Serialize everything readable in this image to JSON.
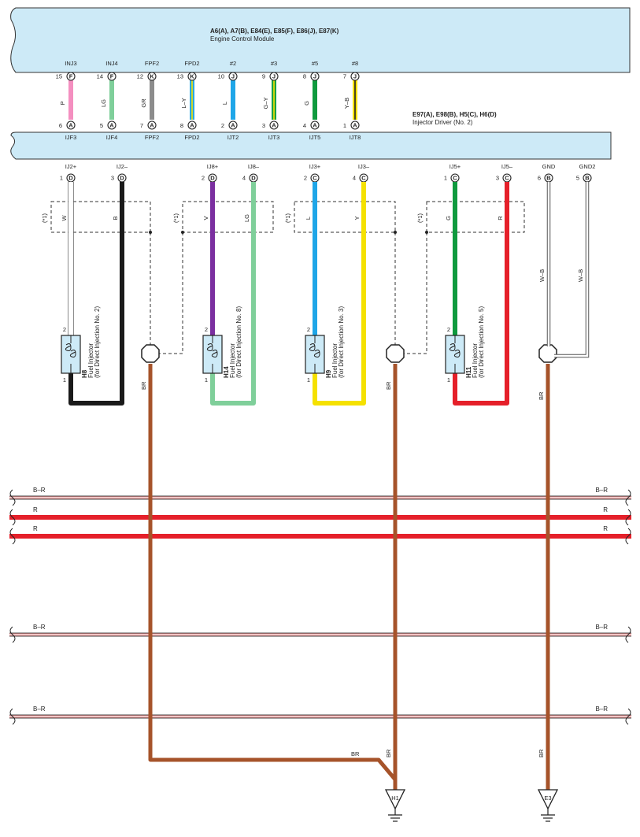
{
  "ecm": {
    "title": "A6(A), A7(B), E84(E), E85(F), E86(J), E87(K)",
    "subtitle": "Engine Control Module",
    "pins": [
      {
        "label": "INJ3",
        "num": "15",
        "conn": "F",
        "color": "P",
        "hex": "#f48fc0"
      },
      {
        "label": "INJ4",
        "num": "14",
        "conn": "F",
        "color": "LG",
        "hex": "#7fcf9a"
      },
      {
        "label": "FPF2",
        "num": "12",
        "conn": "K",
        "color": "GR",
        "hex": "#8c8c8c"
      },
      {
        "label": "FPD2",
        "num": "13",
        "conn": "K",
        "color": "L–Y",
        "hex": "#2aa8e6",
        "stripe": "#f5e100"
      },
      {
        "label": "#2",
        "num": "10",
        "conn": "J",
        "color": "L",
        "hex": "#1fa6e8"
      },
      {
        "label": "#3",
        "num": "9",
        "conn": "J",
        "color": "G–Y",
        "hex": "#18a047",
        "stripe": "#f5e100"
      },
      {
        "label": "#5",
        "num": "8",
        "conn": "J",
        "color": "G",
        "hex": "#0f9a3e"
      },
      {
        "label": "#8",
        "num": "7",
        "conn": "J",
        "color": "Y–B",
        "hex": "#f5e100",
        "stripe": "#222222"
      }
    ]
  },
  "driver": {
    "title": "E97(A), E98(B), H5(C), H6(D)",
    "subtitle": "Injector Driver (No. 2)",
    "top_pins": [
      {
        "label": "IJF3",
        "num": "6",
        "conn": "A"
      },
      {
        "label": "IJF4",
        "num": "5",
        "conn": "A"
      },
      {
        "label": "FPF2",
        "num": "7",
        "conn": "A"
      },
      {
        "label": "FPD2",
        "num": "8",
        "conn": "A"
      },
      {
        "label": "IJT2",
        "num": "2",
        "conn": "A"
      },
      {
        "label": "IJT3",
        "num": "3",
        "conn": "A"
      },
      {
        "label": "IJT5",
        "num": "4",
        "conn": "A"
      },
      {
        "label": "IJT8",
        "num": "1",
        "conn": "A"
      }
    ],
    "bottom_pins": [
      {
        "label": "IJ2+",
        "num": "1",
        "conn": "D"
      },
      {
        "label": "IJ2–",
        "num": "3",
        "conn": "D"
      },
      {
        "label": "IJ8+",
        "num": "2",
        "conn": "D"
      },
      {
        "label": "IJ8–",
        "num": "4",
        "conn": "D"
      },
      {
        "label": "IJ3+",
        "num": "2",
        "conn": "C"
      },
      {
        "label": "IJ3–",
        "num": "4",
        "conn": "C"
      },
      {
        "label": "IJ5+",
        "num": "1",
        "conn": "C"
      },
      {
        "label": "IJ5–",
        "num": "3",
        "conn": "C"
      },
      {
        "label": "GND",
        "num": "6",
        "conn": "B"
      },
      {
        "label": "GND2",
        "num": "5",
        "conn": "B"
      }
    ]
  },
  "injectors": [
    {
      "id": "H8",
      "name": "Fuel Injector",
      "sub": "(for Direct Injection No. 2)",
      "plus_color": "W",
      "minus_color": "B",
      "plus_hex": "#ffffff",
      "minus_hex": "#1a1a1a",
      "pin_top": "2",
      "pin_bottom": "1"
    },
    {
      "id": "H14",
      "name": "Fuel Injector",
      "sub": "(for Direct Injection No. 8)",
      "plus_color": "V",
      "minus_color": "LG",
      "plus_hex": "#7b2fa0",
      "minus_hex": "#7fcf9a",
      "pin_top": "2",
      "pin_bottom": "1"
    },
    {
      "id": "H9",
      "name": "Fuel Injector",
      "sub": "(for Direct Injection No. 3)",
      "plus_color": "L",
      "minus_color": "Y",
      "plus_hex": "#1fa6e8",
      "minus_hex": "#f5e100",
      "pin_top": "2",
      "pin_bottom": "1"
    },
    {
      "id": "H11",
      "name": "Fuel Injector",
      "sub": "(for Direct Injection No. 5)",
      "plus_color": "G",
      "minus_color": "R",
      "plus_hex": "#0f9a3e",
      "minus_hex": "#e5202a",
      "pin_top": "2",
      "pin_bottom": "1"
    }
  ],
  "shield_note": "(*1)",
  "gnd_wire_color": "W–B",
  "br_label": "BR",
  "buses": [
    {
      "label": "B–R",
      "type": "br"
    },
    {
      "label": "R",
      "type": "r"
    },
    {
      "label": "R",
      "type": "r"
    },
    {
      "label": "B–R",
      "type": "br"
    },
    {
      "label": "B–R",
      "type": "br"
    }
  ],
  "grounds": [
    {
      "label": "H1"
    },
    {
      "label": "E3"
    }
  ],
  "colors": {
    "module_fill": "#cdeaf7",
    "brown": "#a6532a",
    "red": "#e5202a",
    "bus_br_stripe": "#e88a8a"
  }
}
